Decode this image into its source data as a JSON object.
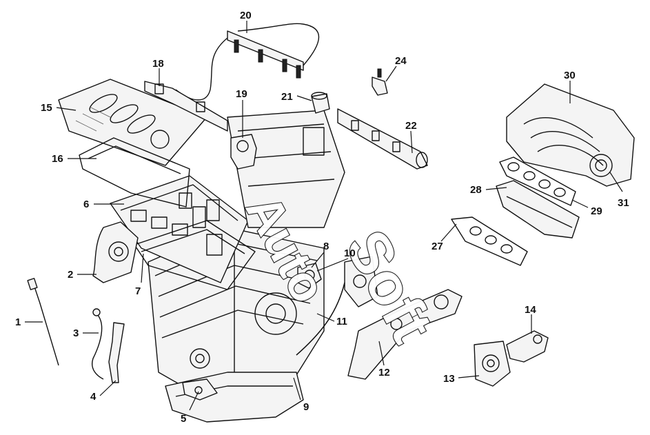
{
  "watermark": {
    "word1": "Auto",
    "word2": "Soft"
  },
  "callouts": {
    "c1": "1",
    "c2": "2",
    "c3": "3",
    "c4": "4",
    "c5": "5",
    "c6": "6",
    "c7": "7",
    "c8": "8",
    "c9": "9",
    "c10": "10",
    "c11": "11",
    "c12": "12",
    "c13": "13",
    "c14": "14",
    "c15": "15",
    "c16": "16",
    "c18": "18",
    "c19": "19",
    "c20": "20",
    "c21": "21",
    "c22": "22",
    "c24": "24",
    "c27": "27",
    "c28": "28",
    "c29": "29",
    "c30": "30",
    "c31": "31"
  }
}
